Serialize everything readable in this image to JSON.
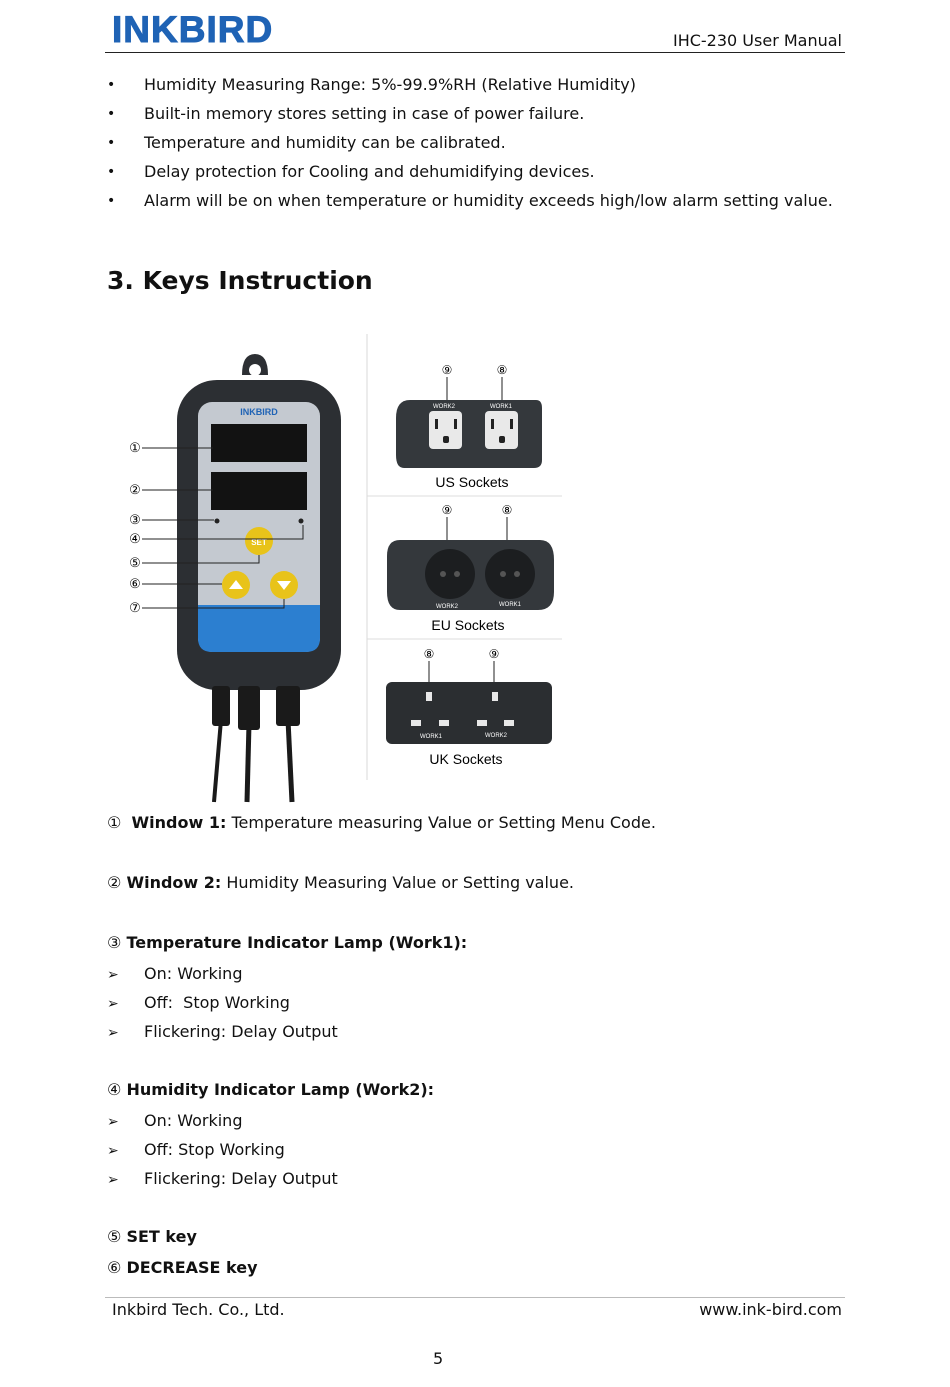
{
  "header": {
    "logo": "INKBIRD",
    "title": "IHC-230 User Manual"
  },
  "features": [
    "Humidity Measuring Range: 5%-99.9%RH (Relative Humidity)",
    "Built-in memory stores setting in case of power failure.",
    "Temperature and humidity can be calibrated.",
    "Delay protection for Cooling and dehumidifying devices.",
    "Alarm will be on when temperature or humidity exceeds high/low alarm setting value."
  ],
  "section": {
    "title": "3. Keys Instruction"
  },
  "figure": {
    "device_logo": "INKBIRD",
    "set_label": "SET",
    "callouts": [
      "①",
      "②",
      "③",
      "④",
      "⑤",
      "⑥",
      "⑦",
      "⑧",
      "⑨"
    ],
    "us": {
      "caption": "US Sockets",
      "left_label": "WORK2",
      "right_label": "WORK1",
      "left_num": "⑨",
      "right_num": "⑧"
    },
    "eu": {
      "caption": "EU Sockets",
      "left_label": "WORK2",
      "right_label": "WORK1",
      "left_num": "⑨",
      "right_num": "⑧"
    },
    "uk": {
      "caption": "UK Sockets",
      "left_label": "WORK1",
      "right_label": "WORK2",
      "left_num": "⑧",
      "right_num": "⑨"
    }
  },
  "items": {
    "w1": {
      "num": "①",
      "label": "Window 1:",
      "text": " Temperature measuring Value or Setting Menu Code."
    },
    "w2": {
      "num": "②",
      "label": "Window 2:",
      "text": " Humidity Measuring Value or Setting value."
    },
    "temp": {
      "num": "③",
      "label": "Temperature Indicator Lamp (Work1):",
      "subs": [
        "On: Working",
        "Off:  Stop Working",
        "Flickering: Delay Output"
      ]
    },
    "hum": {
      "num": "④",
      "label": "Humidity Indicator Lamp (Work2):",
      "subs": [
        "On: Working",
        "Off: Stop Working",
        "Flickering: Delay Output"
      ]
    },
    "set": {
      "num": "⑤",
      "label": "SET key"
    },
    "dec": {
      "num": "⑥",
      "label": "DECREASE key"
    }
  },
  "footer": {
    "company": "Inkbird Tech. Co., Ltd.",
    "website": "www.ink-bird.com",
    "page": "5"
  },
  "colors": {
    "brand_blue": "#1f63b5",
    "device_body": "#2c2f33",
    "panel": "#c4c9d0",
    "button_yellow": "#e8c31a",
    "panel_blue": "#2c7fd0"
  }
}
